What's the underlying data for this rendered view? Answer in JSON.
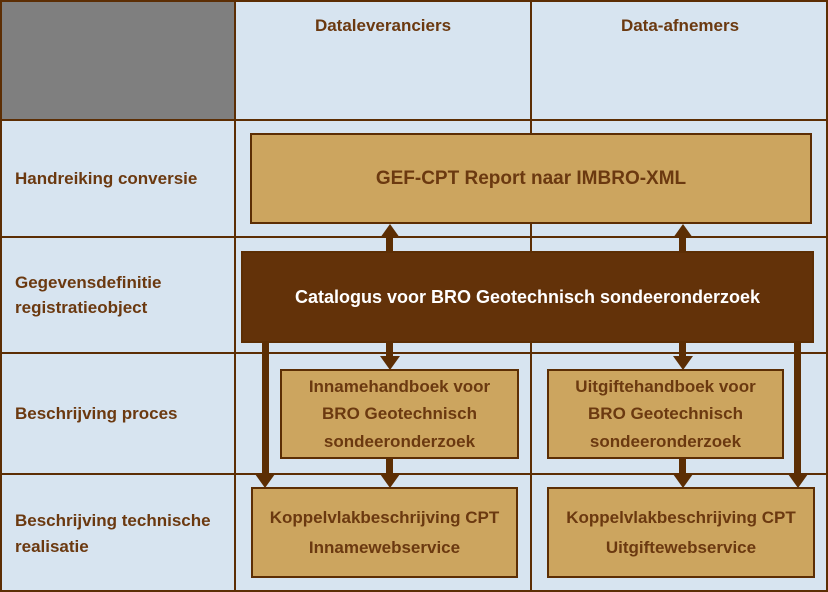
{
  "headers": {
    "data_suppliers": "Dataleveranciers",
    "data_consumers": "Data-afnemers"
  },
  "row_labels": {
    "conversion": "Handreiking conversie",
    "definition": "Gegevensdefinitie registratieobject",
    "process": "Beschrijving proces",
    "technical": "Beschrijving technische realisatie"
  },
  "boxes": {
    "conversion_guide": "GEF-CPT Report naar IMBRO-XML",
    "catalogue": "Catalogus voor BRO Geotechnisch sondeeronderzoek",
    "intake_handbook": "Innamehandboek voor BRO Geotechnisch sondeeronderzoek",
    "issue_handbook": "Uitgiftehandboek voor BRO Geotechnisch sondeeronderzoek",
    "intake_interface": "Koppelvlakbeschrijving CPT Innamewebservice",
    "issue_interface": "Koppelvlakbeschrijving CPT Uitgiftewebservice"
  },
  "colors": {
    "background": "#D7E4F0",
    "grid_and_arrows": "#5C2E04",
    "gray_cell": "#7F7F7F",
    "box_fill": "#CCA55F",
    "catalogue_fill": "#633209",
    "text_brown": "#6B3910",
    "text_white": "#FFFFFF"
  }
}
